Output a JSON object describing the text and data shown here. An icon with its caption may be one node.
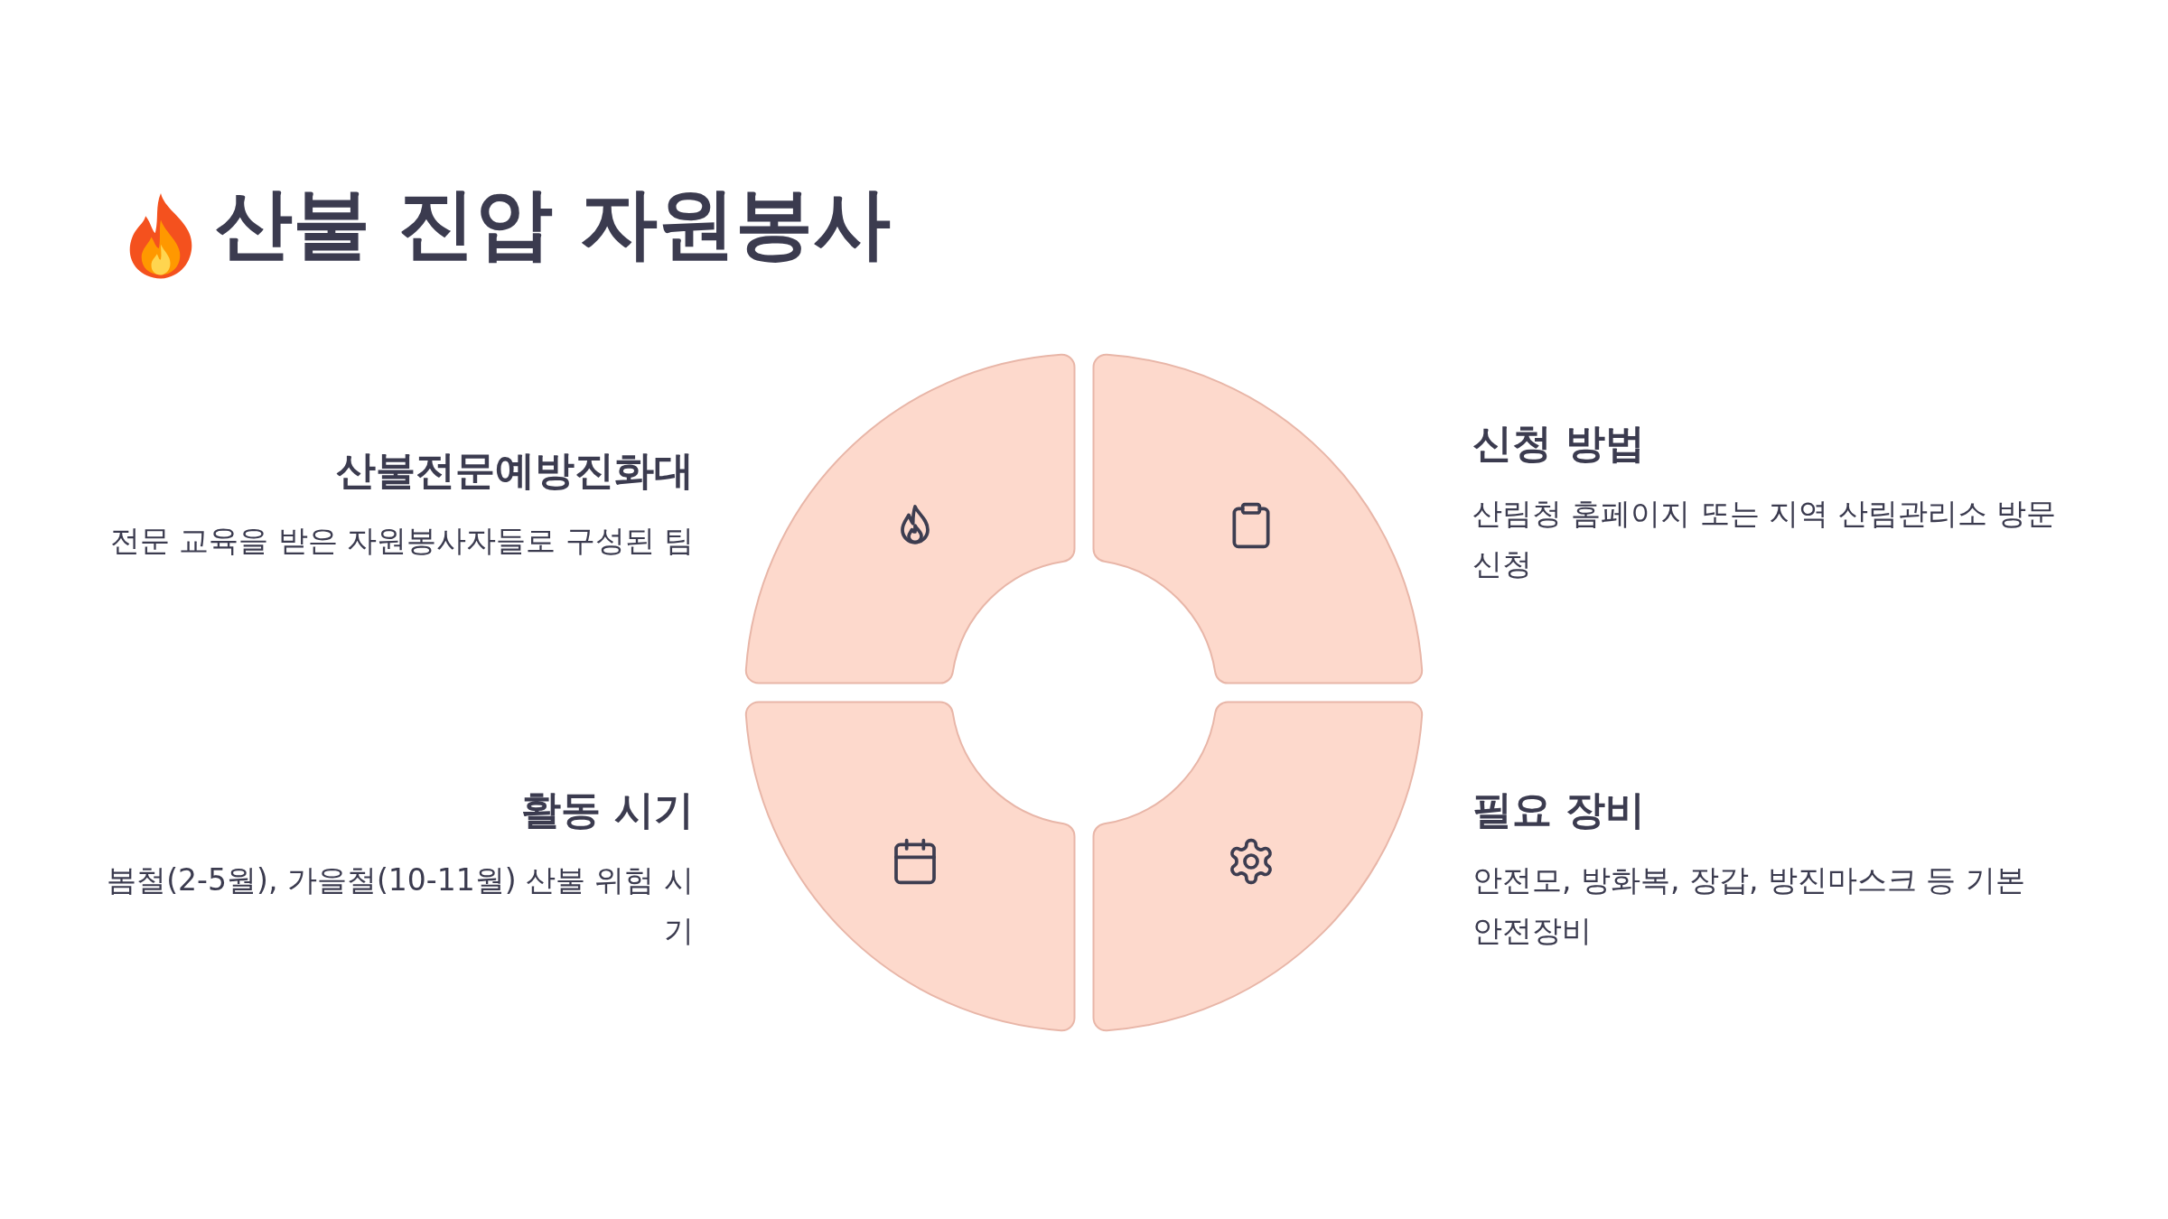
{
  "diagram": {
    "title": "산불 진압 자원봉사",
    "nodes": [
      {
        "text": [],
        "shape": "sector",
        "beside": [
          "산불전문예방진화대",
          "전문 교육을 받은 자원봉사자들로 구성된 팀"
        ]
      },
      {
        "text": [],
        "shape": "sector",
        "beside": [
          "신청 방법",
          "산림청 홈페이지 또는 지역 산림관리소 방문 신청"
        ]
      },
      {
        "text": [],
        "shape": "sector",
        "beside": [
          "활동 시기",
          "봄철(2-5월), 가을철(10-11월) 산불 위험 시기"
        ]
      },
      {
        "text": [],
        "shape": "sector",
        "beside": [
          "필요 장비",
          "안전모, 방화복, 장갑, 방진마스크 등 기본 안전장비"
        ]
      }
    ]
  }
}
